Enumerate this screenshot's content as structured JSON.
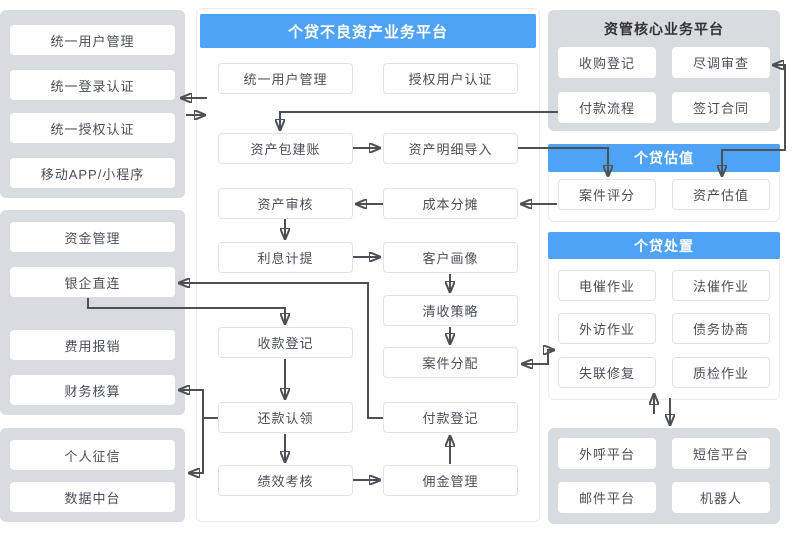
{
  "colors": {
    "accent_blue": "#4EA3F6",
    "panel_grey": "#D8DBE0",
    "line_dark": "#4D5156",
    "node_text": "#4A4F55"
  },
  "left_column": {
    "platform_panel": {
      "items": [
        "统一用户管理",
        "统一登录认证",
        "统一授权认证",
        "移动APP/小程序"
      ]
    },
    "finance_panel": {
      "items": [
        "资金管理",
        "银企直连",
        "费用报销",
        "财务核算"
      ]
    },
    "data_panel": {
      "items": [
        "个人征信",
        "数据中台"
      ]
    }
  },
  "center_panel": {
    "title": "个贷不良资产业务平台",
    "left_flow": [
      "统一用户管理",
      "资产包建账",
      "资产审核",
      "利息计提",
      "收款登记",
      "还款认领",
      "绩效考核"
    ],
    "right_flow": [
      "授权用户认证",
      "资产明细导入",
      "成本分摊",
      "客户画像",
      "清收策略",
      "案件分配",
      "付款登记",
      "佣金管理"
    ]
  },
  "right_column": {
    "core_platform": {
      "title": "资管核心业务平台",
      "items": [
        "收购登记",
        "尽调审查",
        "付款流程",
        "签订合同"
      ]
    },
    "valuation": {
      "title": "个贷估值",
      "items": [
        "案件评分",
        "资产估值"
      ]
    },
    "disposal": {
      "title": "个贷处置",
      "items": [
        "电催作业",
        "法催作业",
        "外访作业",
        "债务协商",
        "失联修复",
        "质检作业"
      ]
    },
    "channel_panel": {
      "items": [
        "外呼平台",
        "短信平台",
        "邮件平台",
        "机器人"
      ]
    }
  }
}
